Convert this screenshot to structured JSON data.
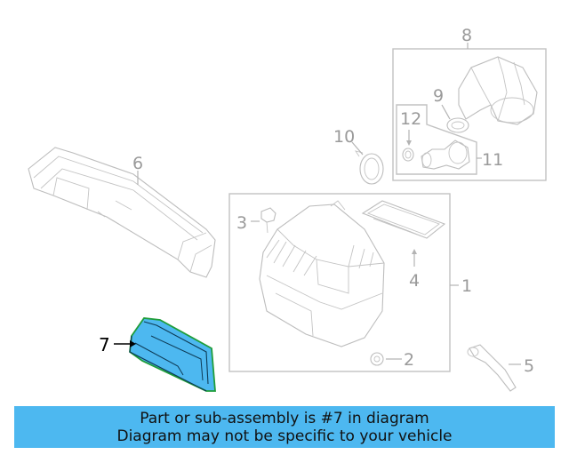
{
  "diagram": {
    "callouts": {
      "c1": "1",
      "c2": "2",
      "c3": "3",
      "c4": "4",
      "c5": "5",
      "c6": "6",
      "c7": "7",
      "c8": "8",
      "c9": "9",
      "c10": "10",
      "c11": "11",
      "c12": "12"
    },
    "highlighted_part": "7",
    "highlight_color": "#4db8f0",
    "highlight_outline_color": "#1f9d3a"
  },
  "banner": {
    "line1": "Part or sub-assembly is #7 in diagram",
    "line2": "Diagram may not be specific to your vehicle",
    "background": "#4db8f0"
  }
}
